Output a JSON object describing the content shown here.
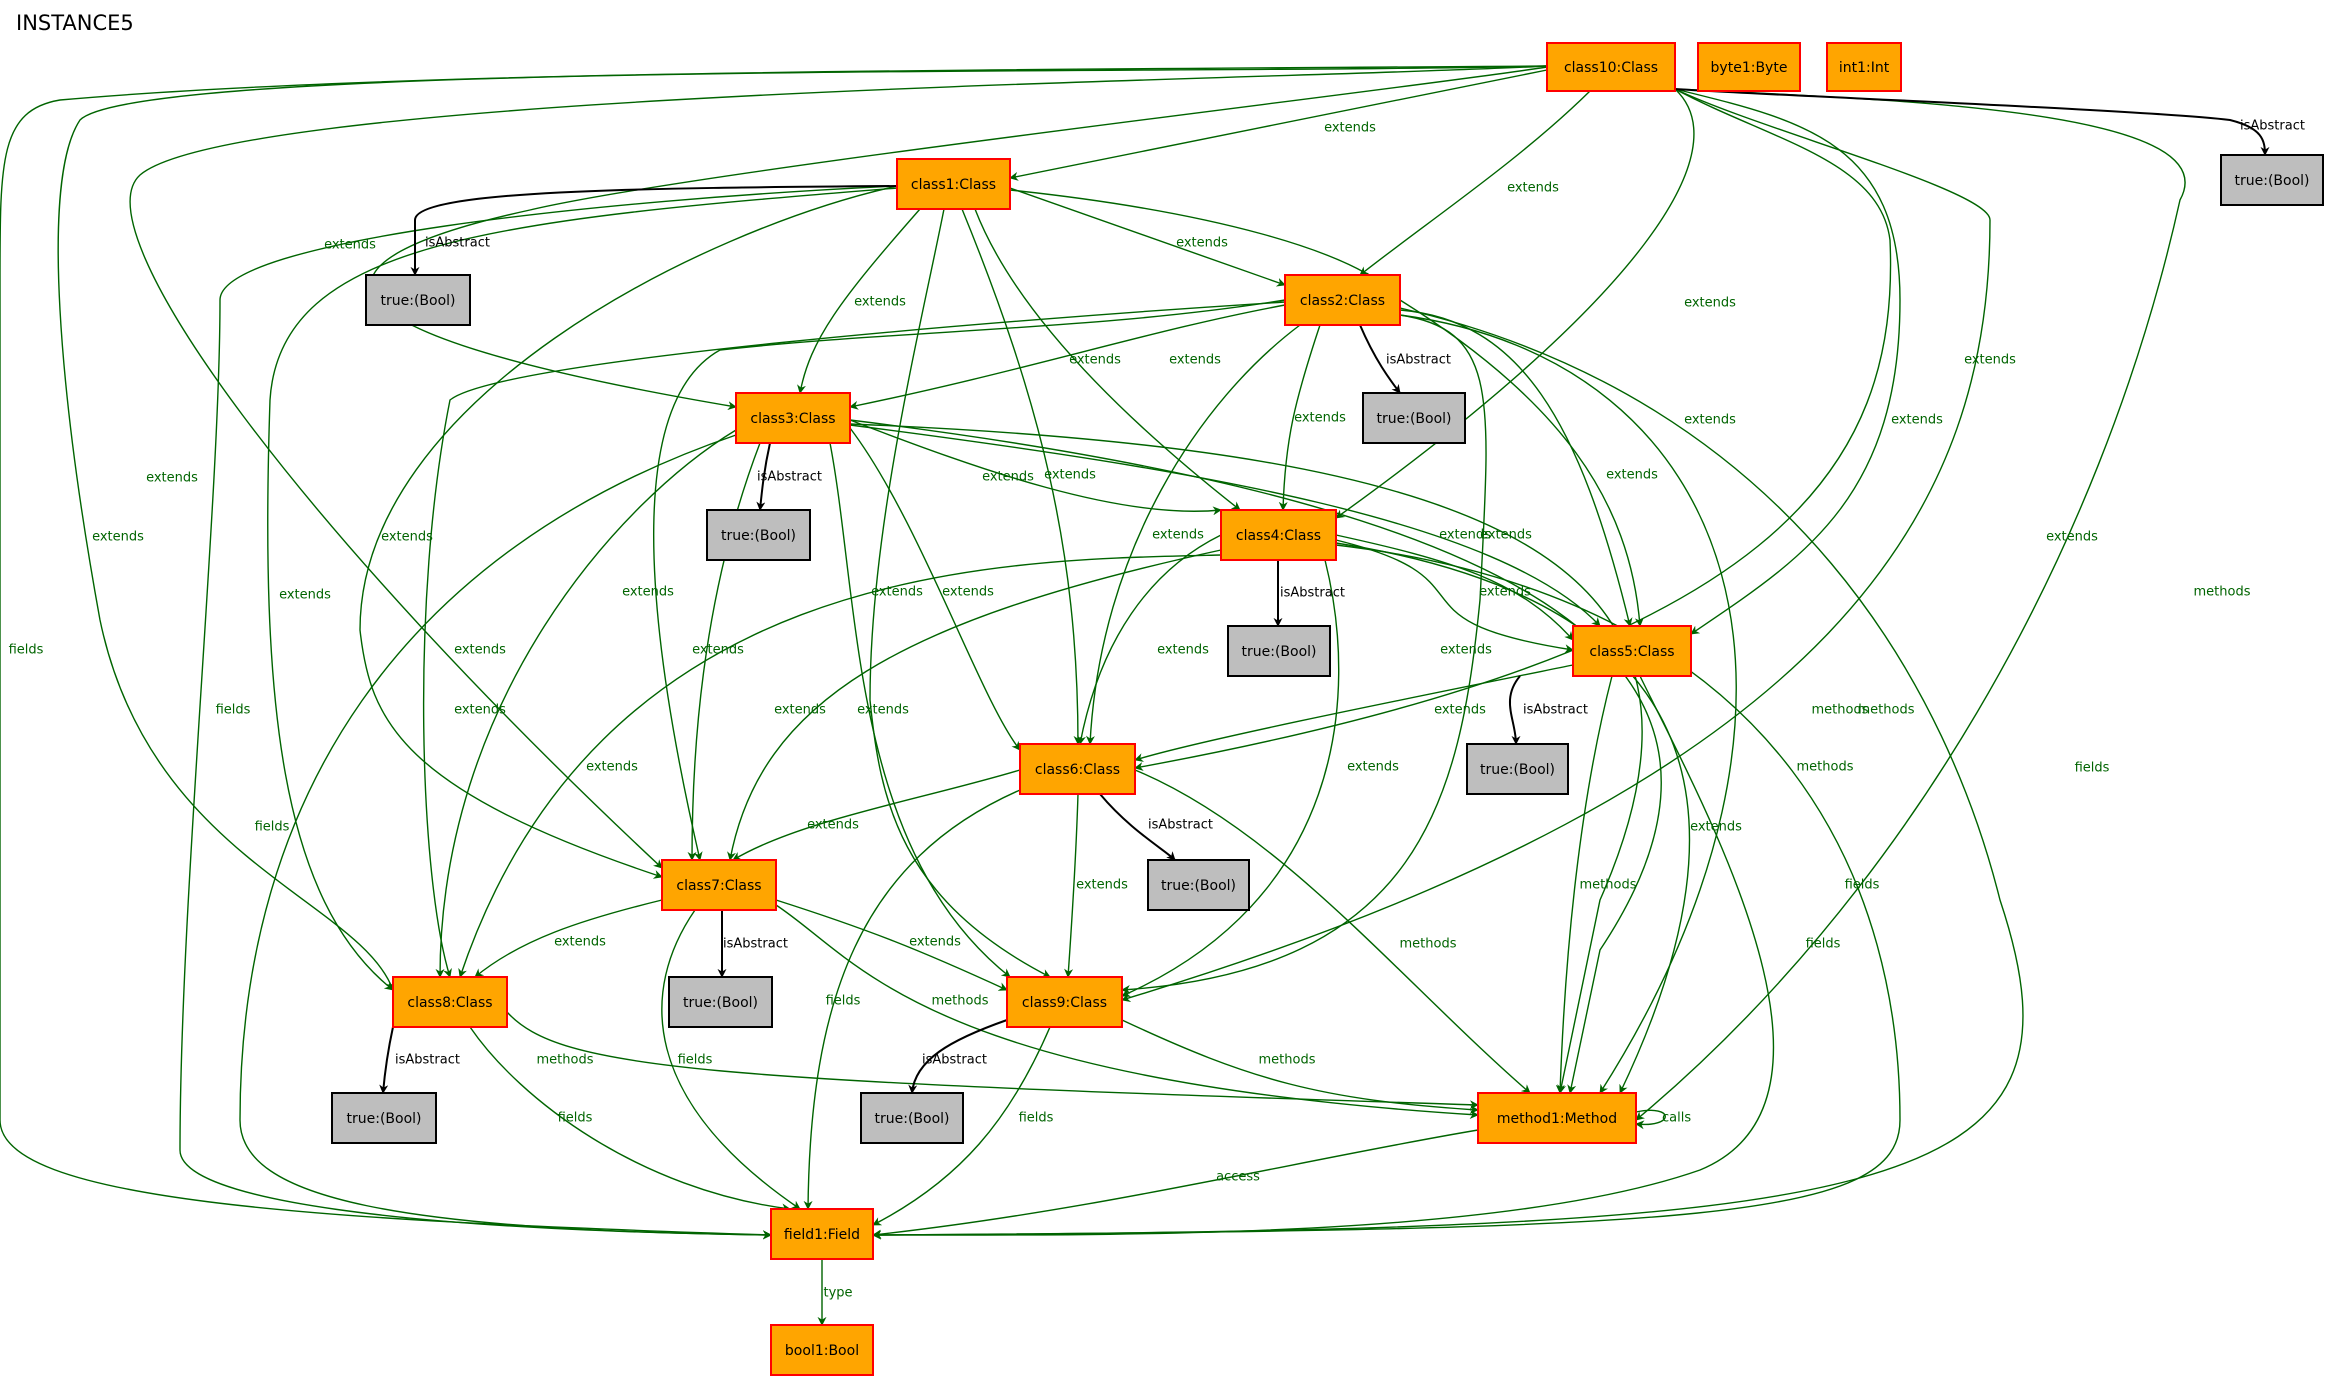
{
  "title": "INSTANCE5",
  "colors": {
    "object_fill": "#ffa500",
    "object_border": "#ff0000",
    "value_fill": "#bebebe",
    "value_border": "#000000",
    "link_color": "#006400",
    "attribute_color": "#000000"
  },
  "nodes": [
    {
      "id": "class10",
      "label": "class10:Class",
      "kind": "object"
    },
    {
      "id": "byte1",
      "label": "byte1:Byte",
      "kind": "object"
    },
    {
      "id": "int1",
      "label": "int1:Int",
      "kind": "object"
    },
    {
      "id": "v10",
      "label": "true:(Bool)",
      "kind": "value"
    },
    {
      "id": "class1",
      "label": "class1:Class",
      "kind": "object"
    },
    {
      "id": "v1",
      "label": "true:(Bool)",
      "kind": "value"
    },
    {
      "id": "class2",
      "label": "class2:Class",
      "kind": "object"
    },
    {
      "id": "v2",
      "label": "true:(Bool)",
      "kind": "value"
    },
    {
      "id": "class3",
      "label": "class3:Class",
      "kind": "object"
    },
    {
      "id": "v3",
      "label": "true:(Bool)",
      "kind": "value"
    },
    {
      "id": "class4",
      "label": "class4:Class",
      "kind": "object"
    },
    {
      "id": "v4",
      "label": "true:(Bool)",
      "kind": "value"
    },
    {
      "id": "class5",
      "label": "class5:Class",
      "kind": "object"
    },
    {
      "id": "v5",
      "label": "true:(Bool)",
      "kind": "value"
    },
    {
      "id": "class6",
      "label": "class6:Class",
      "kind": "object"
    },
    {
      "id": "v6",
      "label": "true:(Bool)",
      "kind": "value"
    },
    {
      "id": "class7",
      "label": "class7:Class",
      "kind": "object"
    },
    {
      "id": "v7",
      "label": "true:(Bool)",
      "kind": "value"
    },
    {
      "id": "class8",
      "label": "class8:Class",
      "kind": "object"
    },
    {
      "id": "v8",
      "label": "true:(Bool)",
      "kind": "value"
    },
    {
      "id": "class9",
      "label": "class9:Class",
      "kind": "object"
    },
    {
      "id": "v9",
      "label": "true:(Bool)",
      "kind": "value"
    },
    {
      "id": "method1",
      "label": "method1:Method",
      "kind": "object"
    },
    {
      "id": "field1",
      "label": "field1:Field",
      "kind": "object"
    },
    {
      "id": "bool1",
      "label": "bool1:Bool",
      "kind": "object"
    }
  ],
  "edges": [
    {
      "id": "e1",
      "label": "extends",
      "kind": "link"
    },
    {
      "id": "e2",
      "label": "extends",
      "kind": "link"
    },
    {
      "id": "e3",
      "label": "extends",
      "kind": "link"
    },
    {
      "id": "e4",
      "label": "extends",
      "kind": "link"
    },
    {
      "id": "e5",
      "label": "extends",
      "kind": "link"
    },
    {
      "id": "e6",
      "label": "extends",
      "kind": "link"
    },
    {
      "id": "e7",
      "label": "extends",
      "kind": "link"
    },
    {
      "id": "e8",
      "label": "extends",
      "kind": "link"
    },
    {
      "id": "e9",
      "label": "extends",
      "kind": "link"
    },
    {
      "id": "e10",
      "label": "methods",
      "kind": "link"
    },
    {
      "id": "e11",
      "label": "fields",
      "kind": "link"
    },
    {
      "id": "e12",
      "label": "isAbstract",
      "kind": "attr"
    },
    {
      "id": "e13",
      "label": "extends",
      "kind": "link"
    },
    {
      "id": "e14",
      "label": "extends",
      "kind": "link"
    },
    {
      "id": "e15",
      "label": "extends",
      "kind": "link"
    },
    {
      "id": "e16",
      "label": "extends",
      "kind": "link"
    },
    {
      "id": "e17",
      "label": "extends",
      "kind": "link"
    },
    {
      "id": "e18",
      "label": "extends",
      "kind": "link"
    },
    {
      "id": "e19",
      "label": "extends",
      "kind": "link"
    },
    {
      "id": "e20",
      "label": "extends",
      "kind": "link"
    },
    {
      "id": "e21",
      "label": "fields",
      "kind": "link"
    },
    {
      "id": "e22",
      "label": "isAbstract",
      "kind": "attr"
    },
    {
      "id": "e23",
      "label": "extends",
      "kind": "link"
    },
    {
      "id": "e24",
      "label": "extends",
      "kind": "link"
    },
    {
      "id": "e25",
      "label": "extends",
      "kind": "link"
    },
    {
      "id": "e26",
      "label": "extends",
      "kind": "link"
    },
    {
      "id": "e27",
      "label": "extends",
      "kind": "link"
    },
    {
      "id": "e28",
      "label": "extends",
      "kind": "link"
    },
    {
      "id": "e29",
      "label": "extends",
      "kind": "link"
    },
    {
      "id": "e30",
      "label": "methods",
      "kind": "link"
    },
    {
      "id": "e31",
      "label": "fields",
      "kind": "link"
    },
    {
      "id": "e32",
      "label": "isAbstract",
      "kind": "attr"
    },
    {
      "id": "e33",
      "label": "extends",
      "kind": "link"
    },
    {
      "id": "e34",
      "label": "extends",
      "kind": "link"
    },
    {
      "id": "e35",
      "label": "extends",
      "kind": "link"
    },
    {
      "id": "e36",
      "label": "extends",
      "kind": "link"
    },
    {
      "id": "e37",
      "label": "extends",
      "kind": "link"
    },
    {
      "id": "e38",
      "label": "extends",
      "kind": "link"
    },
    {
      "id": "e39",
      "label": "extends",
      "kind": "link"
    },
    {
      "id": "e40",
      "label": "methods",
      "kind": "link"
    },
    {
      "id": "e41",
      "label": "fields",
      "kind": "link"
    },
    {
      "id": "e42",
      "label": "isAbstract",
      "kind": "attr"
    },
    {
      "id": "e43",
      "label": "extends",
      "kind": "link"
    },
    {
      "id": "e44",
      "label": "extends",
      "kind": "link"
    },
    {
      "id": "e45",
      "label": "extends",
      "kind": "link"
    },
    {
      "id": "e46",
      "label": "extends",
      "kind": "link"
    },
    {
      "id": "e47",
      "label": "extends",
      "kind": "link"
    },
    {
      "id": "e48",
      "label": "extends",
      "kind": "link"
    },
    {
      "id": "e49",
      "label": "methods",
      "kind": "link"
    },
    {
      "id": "e50",
      "label": "fields",
      "kind": "link"
    },
    {
      "id": "e51",
      "label": "isAbstract",
      "kind": "attr"
    },
    {
      "id": "e52",
      "label": "extends",
      "kind": "link"
    },
    {
      "id": "e53",
      "label": "methods",
      "kind": "link"
    },
    {
      "id": "e54",
      "label": "fields",
      "kind": "link"
    },
    {
      "id": "e55",
      "label": "isAbstract",
      "kind": "attr"
    },
    {
      "id": "e56",
      "label": "extends",
      "kind": "link"
    },
    {
      "id": "e57",
      "label": "extends",
      "kind": "link"
    },
    {
      "id": "e58",
      "label": "methods",
      "kind": "link"
    },
    {
      "id": "e59",
      "label": "fields",
      "kind": "link"
    },
    {
      "id": "e60",
      "label": "isAbstract",
      "kind": "attr"
    },
    {
      "id": "e61",
      "label": "extends",
      "kind": "link"
    },
    {
      "id": "e62",
      "label": "extends",
      "kind": "link"
    },
    {
      "id": "e63",
      "label": "methods",
      "kind": "link"
    },
    {
      "id": "e64",
      "label": "fields",
      "kind": "link"
    },
    {
      "id": "e65",
      "label": "isAbstract",
      "kind": "attr"
    },
    {
      "id": "e66",
      "label": "methods",
      "kind": "link"
    },
    {
      "id": "e67",
      "label": "fields",
      "kind": "link"
    },
    {
      "id": "e68",
      "label": "isAbstract",
      "kind": "attr"
    },
    {
      "id": "e69",
      "label": "methods",
      "kind": "link"
    },
    {
      "id": "e70",
      "label": "fields",
      "kind": "link"
    },
    {
      "id": "e71",
      "label": "isAbstract",
      "kind": "attr"
    },
    {
      "id": "e72",
      "label": "calls",
      "kind": "link"
    },
    {
      "id": "e73",
      "label": "access",
      "kind": "link"
    },
    {
      "id": "e74",
      "label": "type",
      "kind": "link"
    }
  ]
}
